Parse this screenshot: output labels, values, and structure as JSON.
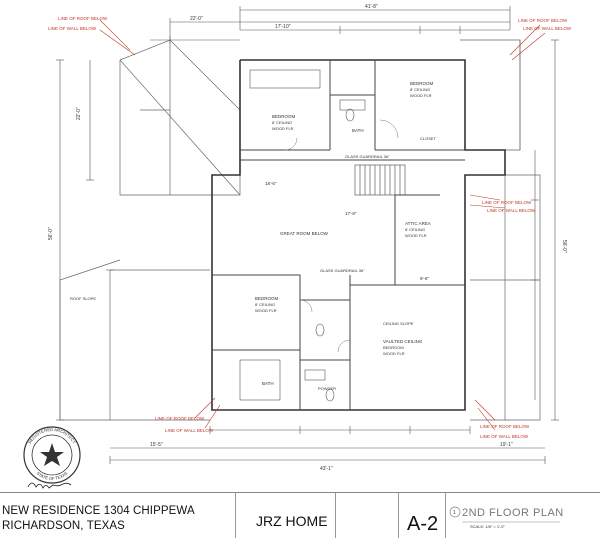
{
  "rooms": {
    "bedroom_top_center": [
      "BEDROOM",
      "8' CEILING",
      "WOOD FLR"
    ],
    "bedroom_top_right": [
      "BEDROOM",
      "8' CEILING",
      "WOOD FLR"
    ],
    "great_room": "GREAT ROOM BELOW",
    "attic": [
      "ATTIC AREA",
      "8' CEILING",
      "WOOD FLR"
    ],
    "bedroom_lower_left": [
      "BEDROOM",
      "8' CEILING",
      "WOOD FLR"
    ],
    "vaulted_ceiling": [
      "CEILING SLOPE",
      "VAULTED CEILING",
      "BEDROOM",
      "WOOD FLR"
    ],
    "bath_top": "BATH",
    "bath_lower": "BATH",
    "closet": "CLOSET",
    "powder": "POWDER"
  },
  "notes": {
    "roof_below_tl": "LINE OF ROOF BELOW",
    "wall_below_tl": "LINE OF WALL BELOW",
    "roof_below_tr": "LINE OF ROOF BELOW",
    "wall_below_tr": "LINE OF WALL BELOW",
    "roof_below_mr": "LINE OF ROOF BELOW",
    "wall_below_mr": "LINE OF WALL BELOW",
    "roof_below_bl": "LINE OF ROOF BELOW",
    "wall_below_bl": "LINE OF WALL BELOW",
    "roof_below_br": "LINE OF ROOF BELOW",
    "wall_below_br": "LINE OF WALL BELOW",
    "guardrail_top": "GLASS GUARDRAIL 36\"",
    "guardrail_mid": "GLASS GUARDRAIL 36\"",
    "roof_slope": "ROOF SLOPE"
  },
  "dimensions": {
    "overall_top": "41'-8\"",
    "top_1": "22'-0\"",
    "top_2": "17'-10\"",
    "overall_bottom": "43'-1\"",
    "bottom_1": "15'-5\"",
    "bottom_2": "19'-1\"",
    "left_1": "22'-0\"",
    "left_2": "56'-0\"",
    "right_1": "56'-0\"",
    "interior_1": "18'-6\"",
    "interior_2": "17'-8\"",
    "interior_3": "9'-6\""
  },
  "seal": {
    "top_text": "REGISTERED ARCHITECT",
    "bottom_text": "STATE OF TEXAS"
  },
  "title_block": {
    "address_line1": "NEW RESIDENCE 1304 CHIPPEWA",
    "address_line2": "RICHARDSON, TEXAS",
    "company": "JRZ HOME",
    "sheet_number": "A-2",
    "sheet_title": "2ND FLOOR PLAN",
    "scale": "SCALE: 1/8\" = 1'-0\""
  },
  "colors": {
    "line": "#4a4a4a",
    "annotation": "#c0392b"
  }
}
